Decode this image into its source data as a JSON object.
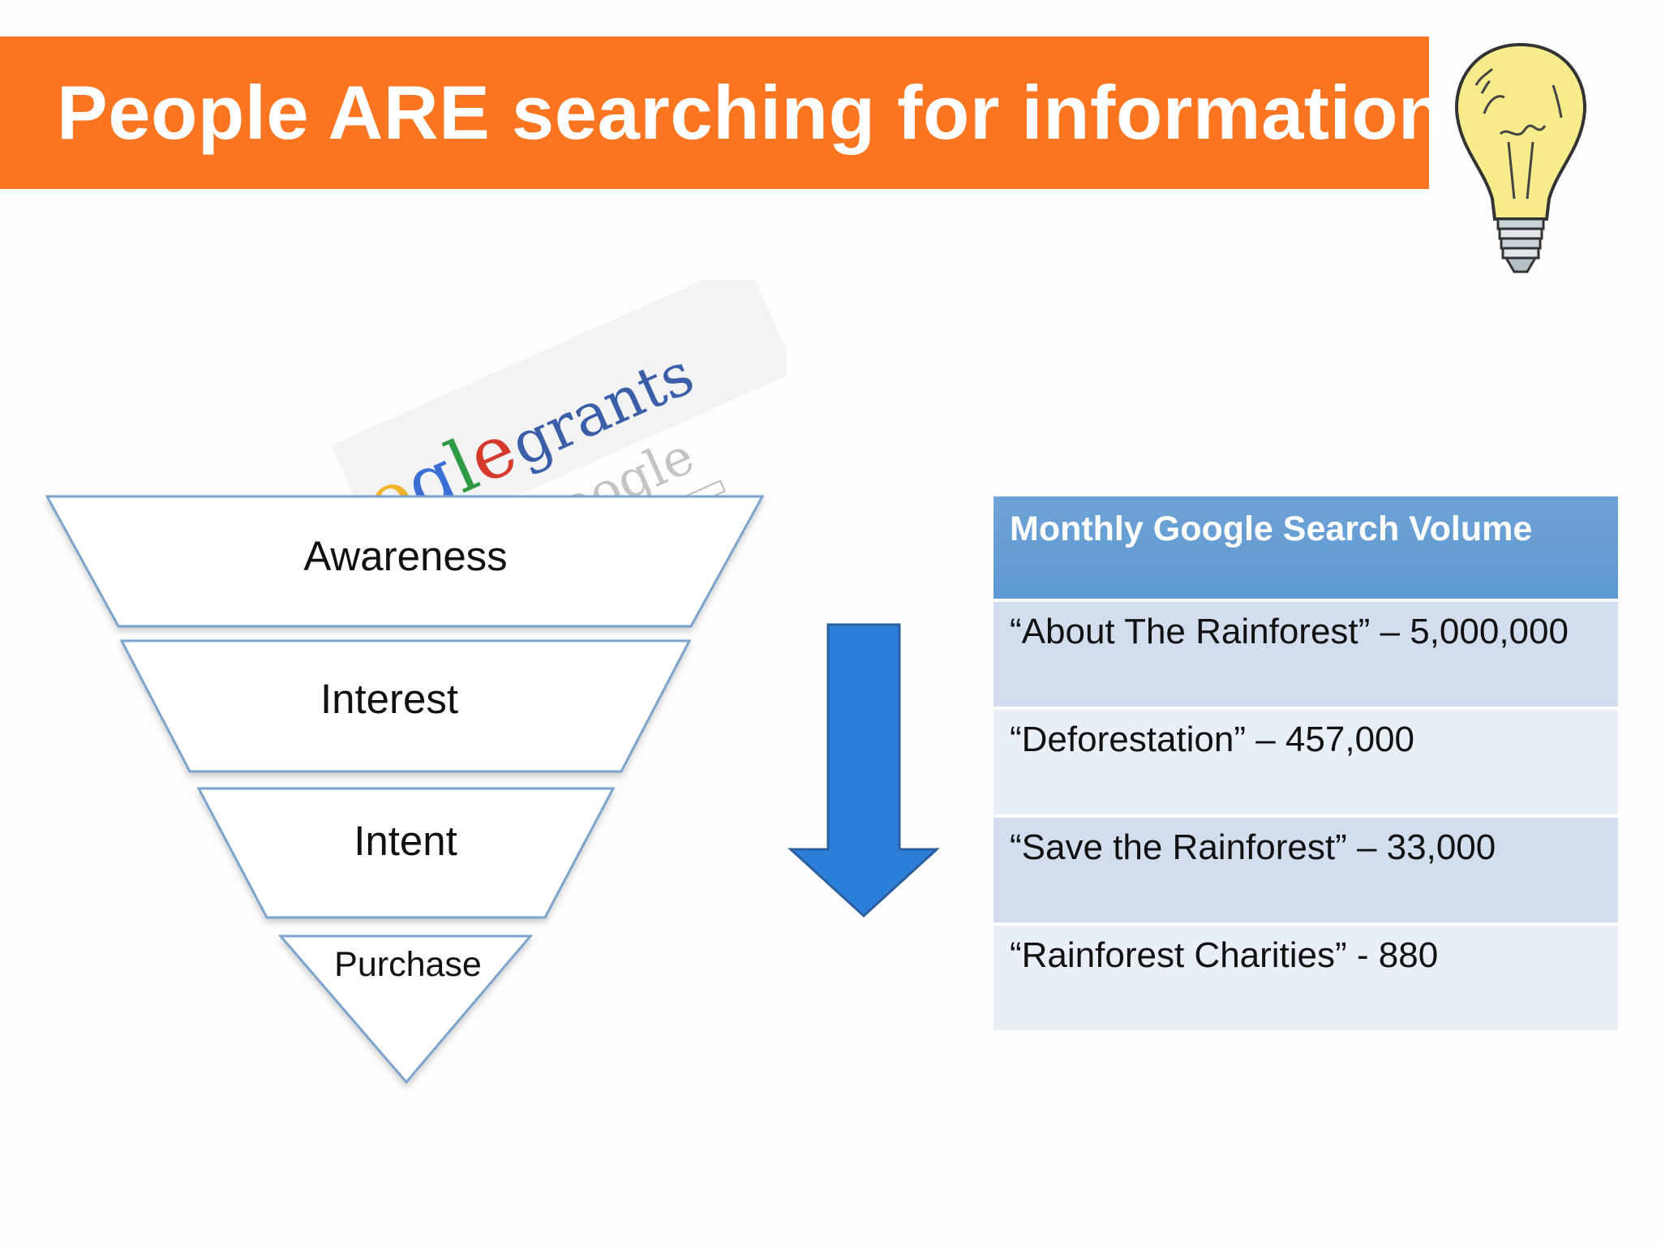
{
  "title": "People ARE searching for information",
  "icons": {
    "bulb": "light-bulb-icon",
    "arrow": "down-arrow-icon"
  },
  "search_image": {
    "logo_word_1": "Google",
    "logo_word_2": "grants",
    "search_logo": "Google"
  },
  "funnel": {
    "stages": [
      "Awareness",
      "Interest",
      "Intent",
      "Purchase"
    ]
  },
  "table": {
    "header": "Monthly Google Search Volume",
    "rows": [
      "“About The Rainforest” – 5,000,000",
      "“Deforestation” – 457,000",
      "“Save the Rainforest” – 33,000",
      "“Rainforest Charities” - 880"
    ]
  },
  "colors": {
    "title_bar": "#fc7520",
    "arrow": "#2b7fd8",
    "funnel_stroke": "#7ca3cc",
    "table_header": "#5e99d2",
    "row_odd": "#d2deed",
    "row_even": "#e9eff7"
  }
}
